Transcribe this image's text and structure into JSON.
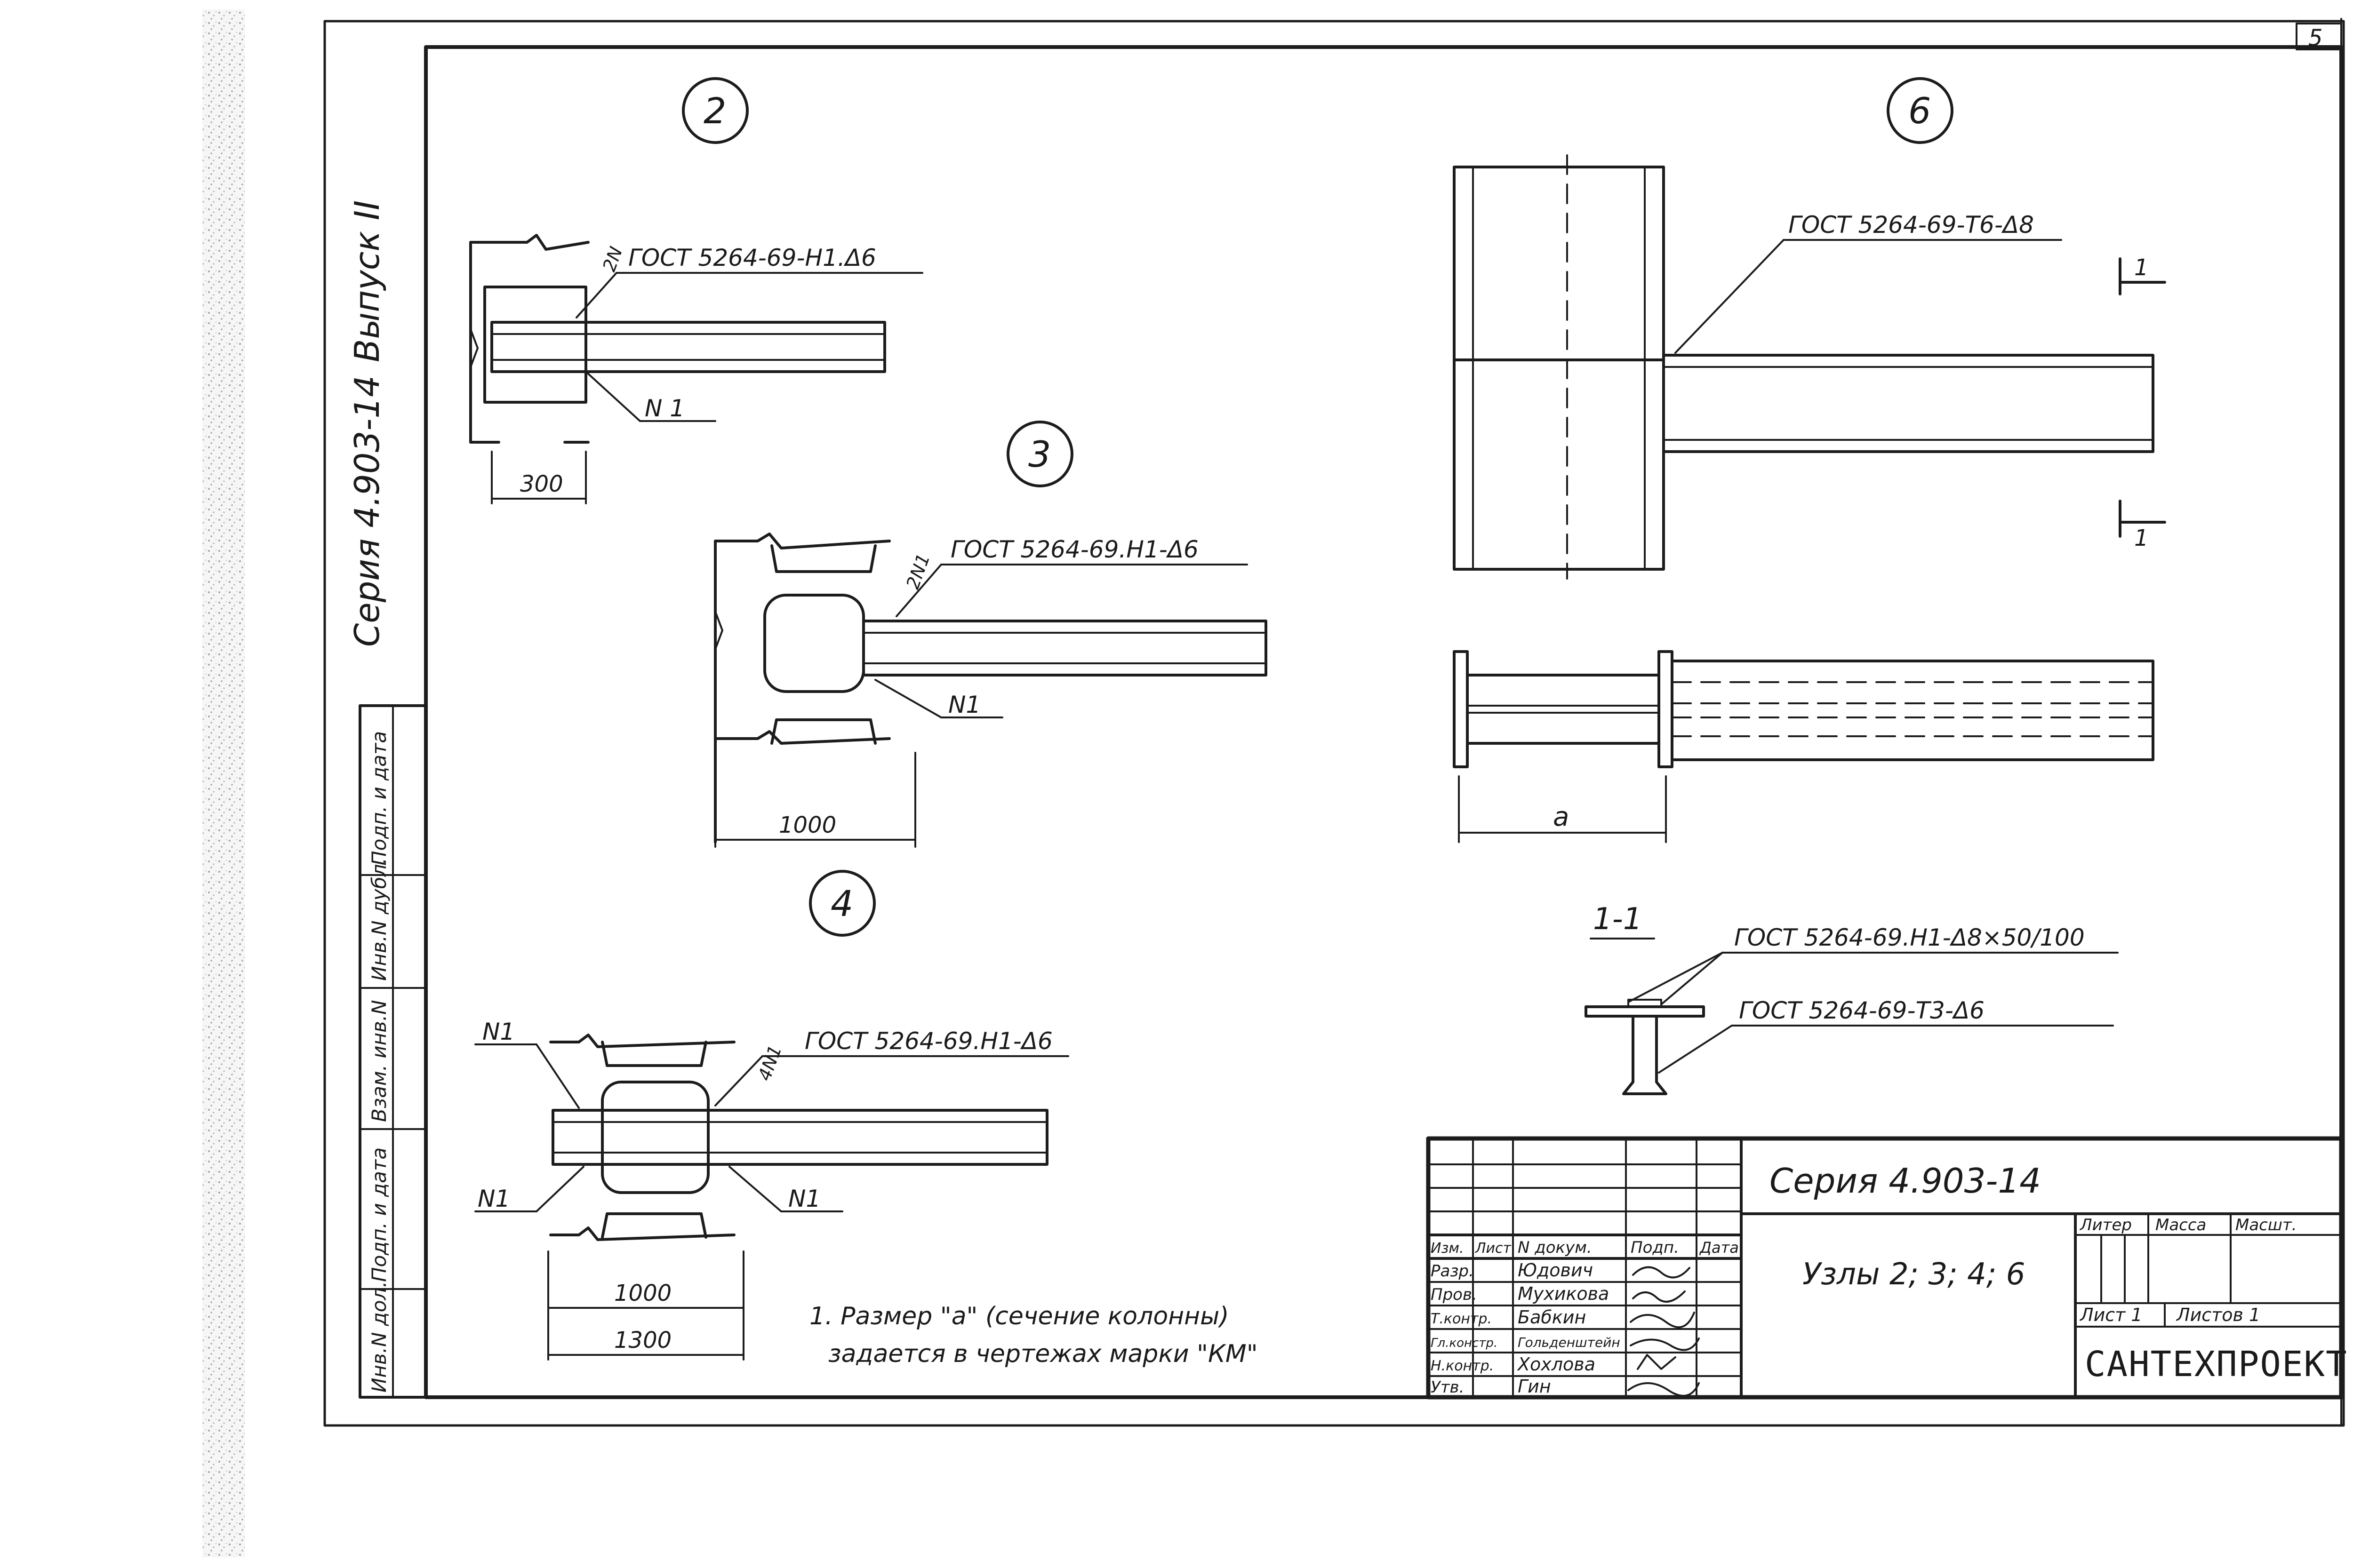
{
  "sheet_number": "5",
  "side_stamp": {
    "series": "Серия 4.903-14",
    "issue": "Выпуск II",
    "columns": [
      "Инв.N дол.",
      "Подп. и дата",
      "Взам. инв.N",
      "Инв.N дубл.",
      "Подп. и дата"
    ]
  },
  "nodes": {
    "n2": {
      "number": "2",
      "weld_mark": "2N",
      "weld_note": "ГОСТ 5264-69-Н1.Δ6",
      "item_mark": "N 1",
      "dim": "300"
    },
    "n3": {
      "number": "3",
      "weld_mark": "2N1",
      "weld_note": "ГОСТ 5264-69.Н1-Δ6",
      "item_mark": "N1",
      "dim": "1000"
    },
    "n4": {
      "number": "4",
      "weld_mark": "4N1",
      "weld_note": "ГОСТ 5264-69.Н1-Δ6",
      "item_mark_top": "N1",
      "item_mark_left": "N1",
      "item_mark_right": "N1",
      "dim_inner": "1000",
      "dim_outer": "1300"
    },
    "n6": {
      "number": "6",
      "weld_note": "ГОСТ 5264-69-Т6-Δ8",
      "section_mark_top": "1",
      "section_mark_bottom": "1",
      "dim": "a"
    },
    "section": {
      "title": "1-1",
      "weld_note_1": "ГОСТ 5264-69.Н1-Δ8×50/100",
      "weld_note_2": "ГОСТ 5264-69-Т3-Δ6"
    }
  },
  "note": {
    "line1": "1. Размер \"a\" (сечение колонны)",
    "line2": "задается в чертежах марки \"КМ\""
  },
  "title_block": {
    "series": "Серия 4.903-14",
    "title": "Узлы 2; 3; 4; 6",
    "organization": "САНТЕХПРОЕКТ",
    "header_cols": [
      "Изм.",
      "Лист",
      "N докум.",
      "Подп.",
      "Дата"
    ],
    "people": [
      {
        "role": "Разр.",
        "name": "Юдович"
      },
      {
        "role": "Пров.",
        "name": "Мухикова"
      },
      {
        "role": "Т.контр.",
        "name": "Бабкин"
      },
      {
        "role": "Гл.констр.",
        "name": "Гольденштейн"
      },
      {
        "role": "Н.контр.",
        "name": "Хохлова"
      },
      {
        "role": "Утв.",
        "name": "Гин"
      }
    ],
    "liter_label": "Литер",
    "mass_label": "Масса",
    "scale_label": "Масшт.",
    "sheet_label": "Лист 1",
    "sheets_label": "Листов 1"
  }
}
